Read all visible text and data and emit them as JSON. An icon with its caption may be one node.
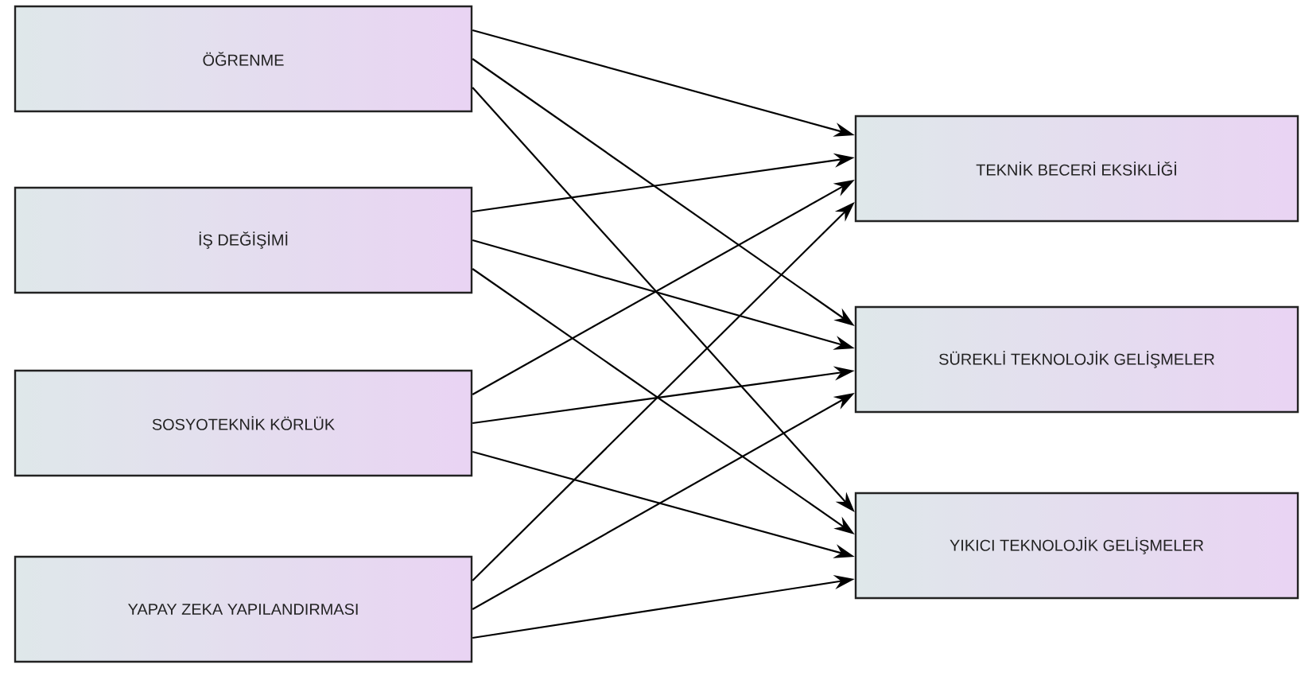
{
  "diagram": {
    "nodes": [
      {
        "text": [
          "ÖĞRENME"
        ]
      },
      {
        "text": [
          "İŞ DEĞİŞİMİ"
        ]
      },
      {
        "text": [
          "SOSYOTEKNİK KÖRLÜK"
        ]
      },
      {
        "text": [
          "YAPAY ZEKA YAPILANDIRMASI"
        ]
      },
      {
        "text": [
          "TEKNİK BECERİ EKSİKLİĞİ"
        ]
      },
      {
        "text": [
          "SÜREKLİ TEKNOLOJİK GELİŞMELER"
        ]
      },
      {
        "text": [
          "YIKICI TEKNOLOJİK GELİŞMELER"
        ]
      }
    ],
    "edges": [
      {
        "from": 0,
        "to": 4,
        "arrow": "to"
      },
      {
        "from": 0,
        "to": 5,
        "arrow": "to"
      },
      {
        "from": 0,
        "to": 6,
        "arrow": "to"
      },
      {
        "from": 1,
        "to": 4,
        "arrow": "to"
      },
      {
        "from": 1,
        "to": 5,
        "arrow": "to"
      },
      {
        "from": 1,
        "to": 6,
        "arrow": "to"
      },
      {
        "from": 2,
        "to": 4,
        "arrow": "to"
      },
      {
        "from": 2,
        "to": 5,
        "arrow": "to"
      },
      {
        "from": 2,
        "to": 6,
        "arrow": "to"
      },
      {
        "from": 3,
        "to": 4,
        "arrow": "to"
      },
      {
        "from": 3,
        "to": 5,
        "arrow": "to"
      },
      {
        "from": 3,
        "to": 6,
        "arrow": "to"
      }
    ]
  }
}
